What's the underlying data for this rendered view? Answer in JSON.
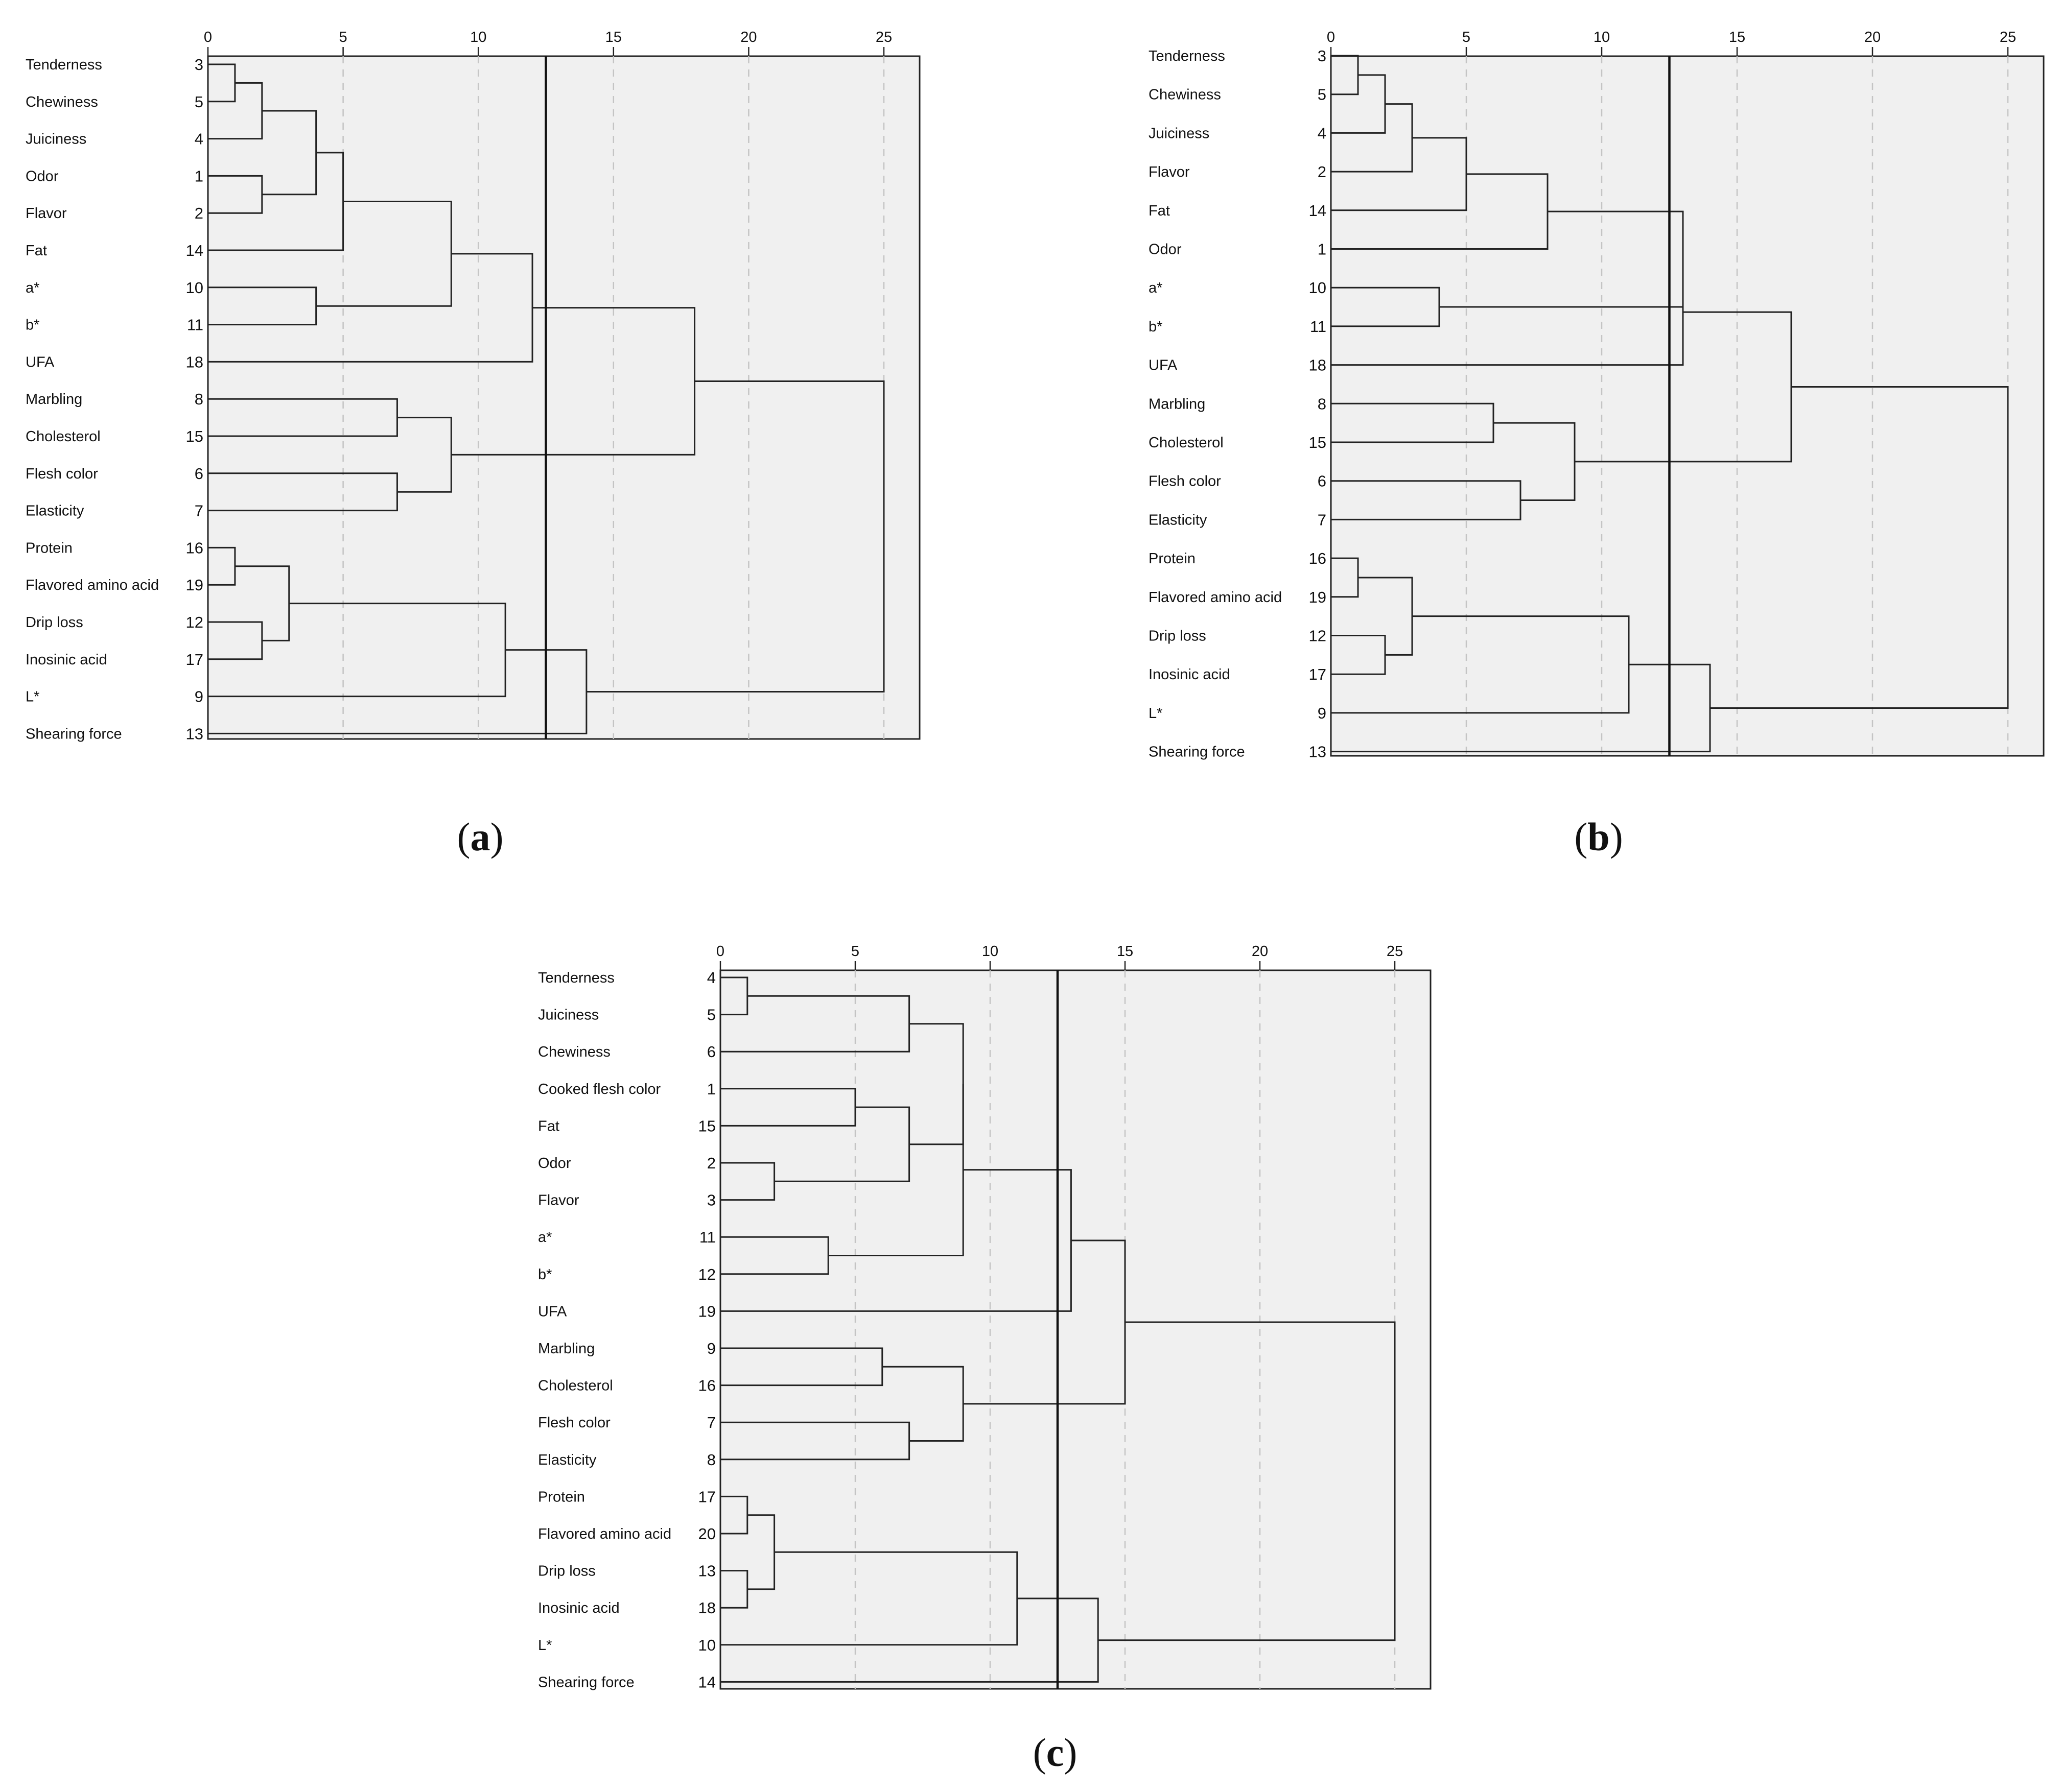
{
  "chart_data": [
    {
      "type": "dendrogram",
      "caption_letter": "a",
      "xlim": [
        0,
        25
      ],
      "x_ticks": [
        0,
        5,
        10,
        15,
        20,
        25
      ],
      "cut_line": 12.5,
      "grid": true,
      "leaves": [
        {
          "label": "Tenderness",
          "id": 3
        },
        {
          "label": "Chewiness",
          "id": 5
        },
        {
          "label": "Juiciness",
          "id": 4
        },
        {
          "label": "Odor",
          "id": 1
        },
        {
          "label": "Flavor",
          "id": 2
        },
        {
          "label": "Fat",
          "id": 14
        },
        {
          "label": "a*",
          "id": 10
        },
        {
          "label": "b*",
          "id": 11
        },
        {
          "label": "UFA",
          "id": 18
        },
        {
          "label": "Marbling",
          "id": 8
        },
        {
          "label": "Cholesterol",
          "id": 15
        },
        {
          "label": "Flesh color",
          "id": 6
        },
        {
          "label": "Elasticity",
          "id": 7
        },
        {
          "label": "Protein",
          "id": 16
        },
        {
          "label": "Flavored amino acid",
          "id": 19
        },
        {
          "label": "Drip loss",
          "id": 12
        },
        {
          "label": "Inosinic acid",
          "id": 17
        },
        {
          "label": "L*",
          "id": 9
        },
        {
          "label": "Shearing force",
          "id": 13
        }
      ],
      "merges": [
        [
          0,
          1,
          1
        ],
        [
          19,
          2,
          2
        ],
        [
          3,
          4,
          2
        ],
        [
          20,
          21,
          4
        ],
        [
          22,
          5,
          5
        ],
        [
          6,
          7,
          4
        ],
        [
          23,
          24,
          9
        ],
        [
          25,
          8,
          12
        ],
        [
          9,
          10,
          7
        ],
        [
          11,
          12,
          7
        ],
        [
          27,
          28,
          9
        ],
        [
          26,
          29,
          18
        ],
        [
          13,
          14,
          1
        ],
        [
          15,
          16,
          2
        ],
        [
          31,
          32,
          3
        ],
        [
          33,
          17,
          11
        ],
        [
          34,
          18,
          14
        ],
        [
          30,
          35,
          25
        ]
      ]
    },
    {
      "type": "dendrogram",
      "caption_letter": "b",
      "xlim": [
        0,
        25
      ],
      "x_ticks": [
        0,
        5,
        10,
        15,
        20,
        25
      ],
      "cut_line": 12.5,
      "grid": true,
      "leaves": [
        {
          "label": "Tenderness",
          "id": 3
        },
        {
          "label": "Chewiness",
          "id": 5
        },
        {
          "label": "Juiciness",
          "id": 4
        },
        {
          "label": "Flavor",
          "id": 2
        },
        {
          "label": "Fat",
          "id": 14
        },
        {
          "label": "Odor",
          "id": 1
        },
        {
          "label": "a*",
          "id": 10
        },
        {
          "label": "b*",
          "id": 11
        },
        {
          "label": "UFA",
          "id": 18
        },
        {
          "label": "Marbling",
          "id": 8
        },
        {
          "label": "Cholesterol",
          "id": 15
        },
        {
          "label": "Flesh color",
          "id": 6
        },
        {
          "label": "Elasticity",
          "id": 7
        },
        {
          "label": "Protein",
          "id": 16
        },
        {
          "label": "Flavored amino acid",
          "id": 19
        },
        {
          "label": "Drip loss",
          "id": 12
        },
        {
          "label": "Inosinic acid",
          "id": 17
        },
        {
          "label": "L*",
          "id": 9
        },
        {
          "label": "Shearing force",
          "id": 13
        }
      ],
      "merges": [
        [
          0,
          1,
          1
        ],
        [
          19,
          2,
          2
        ],
        [
          20,
          3,
          3
        ],
        [
          21,
          4,
          5
        ],
        [
          22,
          5,
          8
        ],
        [
          6,
          7,
          4
        ],
        [
          23,
          24,
          13
        ],
        [
          25,
          8,
          13
        ],
        [
          9,
          10,
          6
        ],
        [
          11,
          12,
          7
        ],
        [
          27,
          28,
          9
        ],
        [
          26,
          29,
          17
        ],
        [
          13,
          14,
          1
        ],
        [
          15,
          16,
          2
        ],
        [
          31,
          32,
          3
        ],
        [
          33,
          17,
          11
        ],
        [
          34,
          18,
          14
        ],
        [
          30,
          35,
          25
        ]
      ]
    },
    {
      "type": "dendrogram",
      "caption_letter": "c",
      "xlim": [
        0,
        25
      ],
      "x_ticks": [
        0,
        5,
        10,
        15,
        20,
        25
      ],
      "cut_line": 12.5,
      "grid": true,
      "leaves": [
        {
          "label": "Tenderness",
          "id": 4
        },
        {
          "label": "Juiciness",
          "id": 5
        },
        {
          "label": "Chewiness",
          "id": 6
        },
        {
          "label": "Cooked flesh color",
          "id": 1
        },
        {
          "label": "Fat",
          "id": 15
        },
        {
          "label": "Odor",
          "id": 2
        },
        {
          "label": "Flavor",
          "id": 3
        },
        {
          "label": "a*",
          "id": 11
        },
        {
          "label": "b*",
          "id": 12
        },
        {
          "label": "UFA",
          "id": 19
        },
        {
          "label": "Marbling",
          "id": 9
        },
        {
          "label": "Cholesterol",
          "id": 16
        },
        {
          "label": "Flesh color",
          "id": 7
        },
        {
          "label": "Elasticity",
          "id": 8
        },
        {
          "label": "Protein",
          "id": 17
        },
        {
          "label": "Flavored amino acid",
          "id": 20
        },
        {
          "label": "Drip loss",
          "id": 13
        },
        {
          "label": "Inosinic acid",
          "id": 18
        },
        {
          "label": "L*",
          "id": 10
        },
        {
          "label": "Shearing force",
          "id": 14
        }
      ],
      "merges": [
        [
          0,
          1,
          1
        ],
        [
          3,
          4,
          5
        ],
        [
          5,
          6,
          2
        ],
        [
          20,
          2,
          7
        ],
        [
          21,
          22,
          7
        ],
        [
          7,
          8,
          4
        ],
        [
          23,
          24,
          9
        ],
        [
          25,
          26,
          9
        ],
        [
          27,
          9,
          13
        ],
        [
          10,
          11,
          6
        ],
        [
          12,
          13,
          7
        ],
        [
          29,
          30,
          9
        ],
        [
          28,
          31,
          15
        ],
        [
          14,
          15,
          1
        ],
        [
          16,
          17,
          1
        ],
        [
          33,
          34,
          2
        ],
        [
          35,
          18,
          11
        ],
        [
          36,
          19,
          14
        ],
        [
          32,
          37,
          25
        ]
      ]
    }
  ]
}
